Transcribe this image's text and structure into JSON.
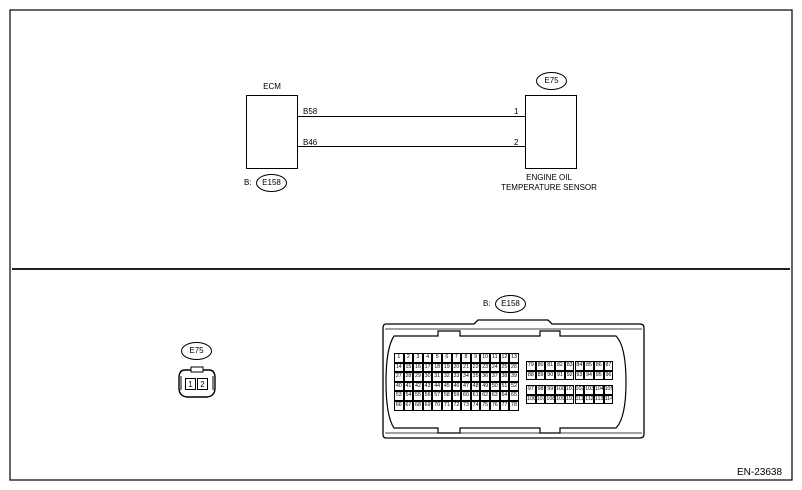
{
  "wiring": {
    "ecm_label": "ECM",
    "ecm_connector_prefix": "B:",
    "ecm_connector_id": "E158",
    "wires": [
      {
        "ecm_terminal": "B58",
        "sensor_terminal": "1"
      },
      {
        "ecm_terminal": "B46",
        "sensor_terminal": "2"
      }
    ],
    "sensor_connector_id": "E75",
    "sensor_label_line1": "ENGINE OIL",
    "sensor_label_line2": "TEMPERATURE SENSOR"
  },
  "connectors": {
    "e75": {
      "id": "E75",
      "pins": [
        "1",
        "2"
      ]
    },
    "e158": {
      "prefix": "B:",
      "id": "E158",
      "pins": [
        "1",
        "2",
        "3",
        "4",
        "5",
        "6",
        "7",
        "8",
        "9",
        "10",
        "11",
        "12",
        "13",
        "14",
        "15",
        "16",
        "17",
        "18",
        "19",
        "20",
        "21",
        "22",
        "23",
        "24",
        "25",
        "26",
        "27",
        "28",
        "29",
        "30",
        "31",
        "32",
        "33",
        "34",
        "35",
        "36",
        "37",
        "38",
        "39",
        "40",
        "41",
        "42",
        "43",
        "44",
        "45",
        "46",
        "47",
        "48",
        "49",
        "50",
        "51",
        "52",
        "53",
        "54",
        "55",
        "56",
        "57",
        "58",
        "59",
        "60",
        "61",
        "62",
        "63",
        "64",
        "65",
        "66",
        "67",
        "68",
        "69",
        "70",
        "71",
        "72",
        "73",
        "74",
        "75",
        "76",
        "77",
        "78",
        "79",
        "80",
        "81",
        "82",
        "83",
        "84",
        "85",
        "86",
        "87",
        "88",
        "89",
        "90",
        "91",
        "92",
        "93",
        "94",
        "95",
        "96",
        "97",
        "98",
        "99",
        "100",
        "101",
        "102",
        "103",
        "104",
        "105",
        "106",
        "107",
        "108",
        "109",
        "110",
        "111",
        "112",
        "113",
        "114"
      ]
    }
  },
  "figure_id": "EN-23638"
}
